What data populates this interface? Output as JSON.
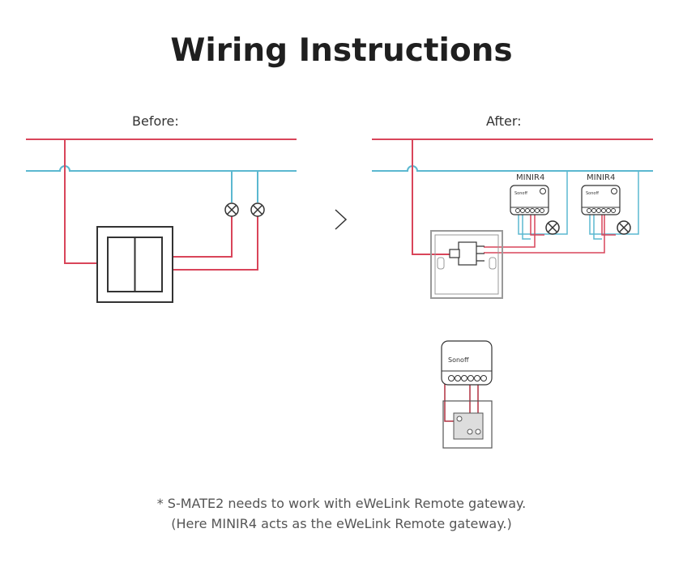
{
  "title": "Wiring Instructions",
  "before_label": "Before:",
  "after_label": "After:",
  "devices": [
    {
      "label": "MINIR4"
    },
    {
      "label": "MINIR4"
    }
  ],
  "logo_text": "Sonoff",
  "footnote": {
    "line1": "* S-MATE2 needs to work with eWeLink Remote gateway.",
    "line2": "(Here MINIR4 acts as the eWeLink Remote gateway.)"
  },
  "colors": {
    "live": "#d9455a",
    "neutral": "#5bb8d0",
    "outline": "#333333"
  }
}
